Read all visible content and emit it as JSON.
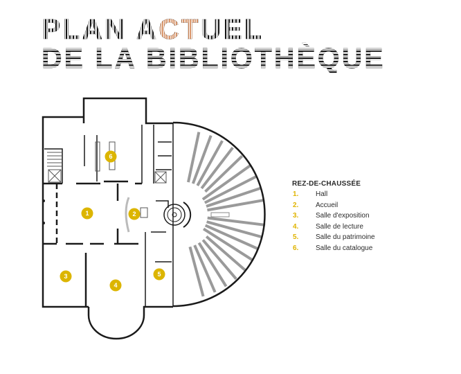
{
  "title": {
    "line1_a": "PLAN A",
    "line1_accent": "CT",
    "line1_b": "UEL",
    "line2": "DE LA BIBLIOTHÈQUE"
  },
  "legend": {
    "heading": "REZ-DE-CHAUSSÉE",
    "items": [
      {
        "num": "1.",
        "label": "Hall"
      },
      {
        "num": "2.",
        "label": "Accueil"
      },
      {
        "num": "3.",
        "label": "Salle d'exposition"
      },
      {
        "num": "4.",
        "label": "Salle de lecture"
      },
      {
        "num": "5.",
        "label": "Salle du patrimoine"
      },
      {
        "num": "6.",
        "label": "Salle du catalogue"
      }
    ]
  },
  "plan": {
    "badges": [
      "1",
      "2",
      "3",
      "4",
      "5",
      "6"
    ],
    "badge_color": "#dcb500",
    "wall_color": "#1a1a1a"
  }
}
